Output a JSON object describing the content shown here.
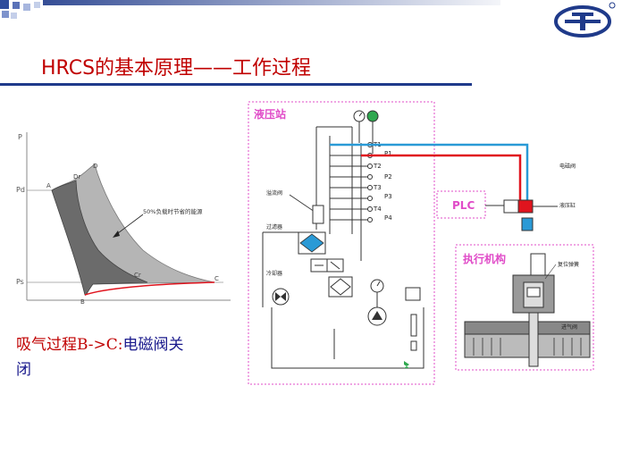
{
  "slide": {
    "title": "HRCS的基本原理——工作过程",
    "caption_red": "吸气过程B->C:",
    "caption_blue_1": "电磁阀关",
    "caption_blue_2": "闭"
  },
  "pv_diagram": {
    "axis_y": "P",
    "label_pd": "Pd",
    "label_ps": "Ps",
    "points": {
      "A": "A",
      "B": "B",
      "C": "C",
      "D": "D",
      "Dr": "Dr",
      "Cr": "Cr"
    },
    "annotation": "50%负载时节省的能源"
  },
  "schematic": {
    "hydraulic_station_label": "液压站",
    "plc_label": "PLC",
    "actuator_label": "执行机构",
    "ports": [
      "T1",
      "P1",
      "T2",
      "P2",
      "T3",
      "P3",
      "T4",
      "P4"
    ],
    "small_labels": {
      "relief_valve": "溢流阀",
      "filter": "过滤器",
      "cooler": "冷却器",
      "solenoid_valve": "电磁阀",
      "hydraulic_cylinder": "液压缸",
      "reset_spring": "复位弹簧",
      "intake_valve": "进气阀"
    }
  },
  "colors": {
    "title_red": "#c00000",
    "rule_blue": "#1f3a8a",
    "pipe_red": "#e0141e",
    "pipe_blue": "#2a9ad6",
    "frame_magenta": "#e04cc8",
    "dark_region": "#6b6b6b",
    "light_region": "#b5b5b5"
  }
}
